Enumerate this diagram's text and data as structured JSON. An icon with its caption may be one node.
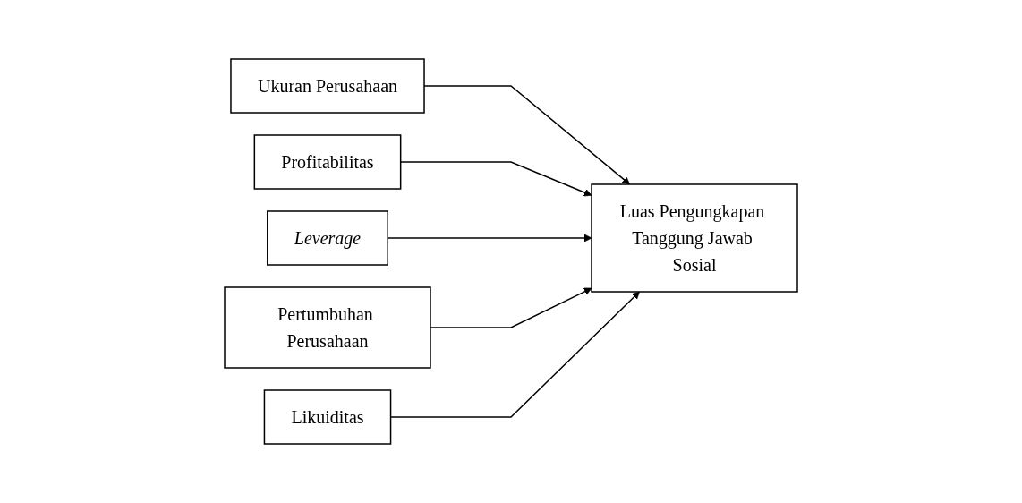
{
  "diagram": {
    "nodes": [
      {
        "text": [
          "Ukuran Perusahaan"
        ]
      },
      {
        "text": [
          "Profitabilitas"
        ]
      },
      {
        "text": [
          "Leverage"
        ]
      },
      {
        "text": [
          "Pertumbuhan Perusahaan"
        ]
      },
      {
        "text": [
          "Likuiditas"
        ]
      },
      {
        "text": [
          "Luas Pengungkapan Tanggung Jawab Sosial"
        ]
      }
    ],
    "edges": [
      {
        "from": 0,
        "to": 5,
        "arrow": "to"
      },
      {
        "from": 1,
        "to": 5,
        "arrow": "to"
      },
      {
        "from": 2,
        "to": 5,
        "arrow": "to"
      },
      {
        "from": 3,
        "to": 5,
        "arrow": "to"
      },
      {
        "from": 4,
        "to": 5,
        "arrow": "to"
      }
    ]
  }
}
